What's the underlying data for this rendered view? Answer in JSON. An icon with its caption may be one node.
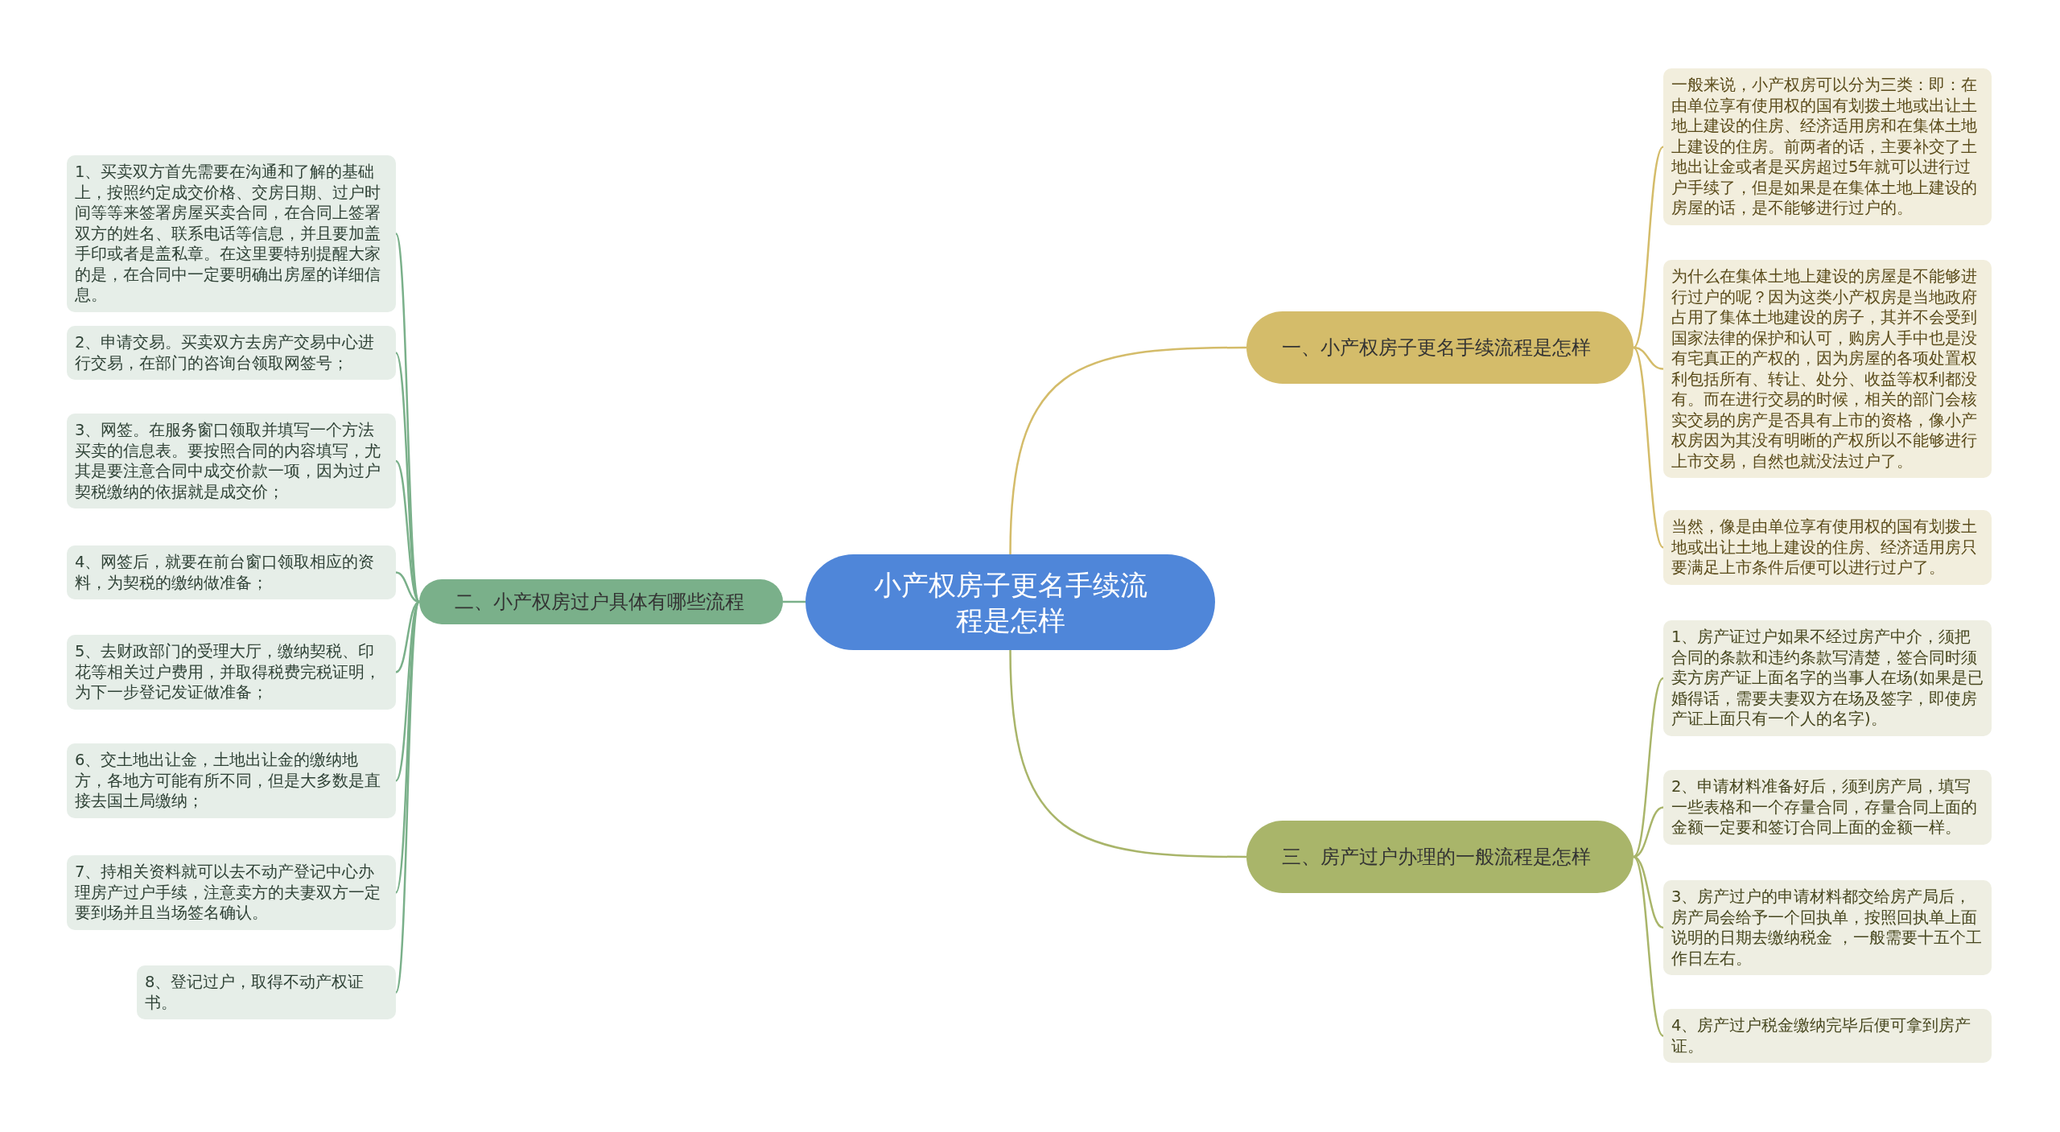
{
  "diagram": {
    "nodes": [
      {
        "text": [
          "小产权房子更名手续流程是怎样"
        ]
      },
      {
        "text": [
          "一、小产权房子更名手续流程是怎样"
        ]
      },
      {
        "text": [
          "一般来说，小产权房可以分为三类：即：在由单位享有使用权的国有划拨土地或出让土地上建设的住房、经济适用房和在集体土地上建设的住房。前两者的话，主要补交了土地出让金或者是买房超过5年就可以进行过户手续了，但是如果是在集体土地上建设的房屋的话，是不能够进行过户的。"
        ]
      },
      {
        "text": [
          "为什么在集体土地上建设的房屋是不能够进行过户的呢？因为这类小产权房是当地政府占用了集体土地建设的房子，其并不会受到国家法律的保护和认可，购房人手中也是没有宅真正的产权的，因为房屋的各项处置权利包括所有、转让、处分、收益等权利都没有。而在进行交易的时候，相关的部门会核实交易的房产是否具有上市的资格，像小产权房因为其没有明晰的产权所以不能够进行上市交易，自然也就没法过户了。"
        ]
      },
      {
        "text": [
          "当然，像是由单位享有使用权的国有划拨土地或出让土地上建设的住房、经济适用房只要满足上市条件后便可以进行过户了。"
        ]
      },
      {
        "text": [
          "二、小产权房过户具体有哪些流程"
        ]
      },
      {
        "text": [
          "1、买卖双方首先需要在沟通和了解的基础上，按照约定成交价格、交房日期、过户时间等等来签署房屋买卖合同，在合同上签署双方的姓名、联系电话等信息，并且要加盖手印或者是盖私章。在这里要特别提醒大家的是，在合同中一定要明确出房屋的详细信息。"
        ]
      },
      {
        "text": [
          "2、申请交易。买卖双方去房产交易中心进行交易，在部门的咨询台领取网签号；"
        ]
      },
      {
        "text": [
          "3、网签。在服务窗口领取并填写一个方法买卖的信息表。要按照合同的内容填写，尤其是要注意合同中成交价款一项，因为过户契税缴纳的依据就是成交价；"
        ]
      },
      {
        "text": [
          "4、网签后，就要在前台窗口领取相应的资料，为契税的缴纳做准备；"
        ]
      },
      {
        "text": [
          "5、去财政部门的受理大厅，缴纳契税、印花等相关过户费用，并取得税费完税证明，为下一步登记发证做准备；"
        ]
      },
      {
        "text": [
          "6、交土地出让金，土地出让金的缴纳地方，各地方可能有所不同，但是大多数是直接去国土局缴纳；"
        ]
      },
      {
        "text": [
          "7、持相关资料就可以去不动产登记中心办理房产过户手续，注意卖方的夫妻双方一定要到场并且当场签名确认。"
        ]
      },
      {
        "text": [
          "8、登记过户，取得不动产权证书。"
        ]
      },
      {
        "text": [
          "三、房产过户办理的一般流程是怎样"
        ]
      },
      {
        "text": [
          "1、房产证过户如果不经过房产中介，须把合同的条款和违约条款写清楚，签合同时须卖方房产证上面名字的当事人在场(如果是已婚得话，需要夫妻双方在场及签字，即使房产证上面只有一个人的名字)。"
        ]
      },
      {
        "text": [
          "2、申请材料准备好后，须到房产局，填写一些表格和一个存量合同，存量合同上面的金额一定要和签订合同上面的金额一样。"
        ]
      },
      {
        "text": [
          "3、房产过户的申请材料都交给房产局后，房产局会给予一个回执单，按照回执单上面说明的日期去缴纳税金 ，一般需要十五个工作日左右。"
        ]
      },
      {
        "text": [
          "4、房产过户税金缴纳完毕后便可拿到房产证。"
        ]
      }
    ],
    "edges": [
      {
        "from": 0,
        "to": 1,
        "arrow": "none"
      },
      {
        "from": 1,
        "to": 2,
        "arrow": "none"
      },
      {
        "from": 1,
        "to": 3,
        "arrow": "none"
      },
      {
        "from": 1,
        "to": 4,
        "arrow": "none"
      },
      {
        "from": 0,
        "to": 5,
        "arrow": "none"
      },
      {
        "from": 5,
        "to": 6,
        "arrow": "none"
      },
      {
        "from": 5,
        "to": 7,
        "arrow": "none"
      },
      {
        "from": 5,
        "to": 8,
        "arrow": "none"
      },
      {
        "from": 5,
        "to": 9,
        "arrow": "none"
      },
      {
        "from": 5,
        "to": 10,
        "arrow": "none"
      },
      {
        "from": 5,
        "to": 11,
        "arrow": "none"
      },
      {
        "from": 5,
        "to": 12,
        "arrow": "none"
      },
      {
        "from": 5,
        "to": 13,
        "arrow": "none"
      },
      {
        "from": 0,
        "to": 14,
        "arrow": "none"
      },
      {
        "from": 14,
        "to": 15,
        "arrow": "none"
      },
      {
        "from": 14,
        "to": 16,
        "arrow": "none"
      },
      {
        "from": 14,
        "to": 17,
        "arrow": "none"
      },
      {
        "from": 14,
        "to": 18,
        "arrow": "none"
      }
    ]
  }
}
